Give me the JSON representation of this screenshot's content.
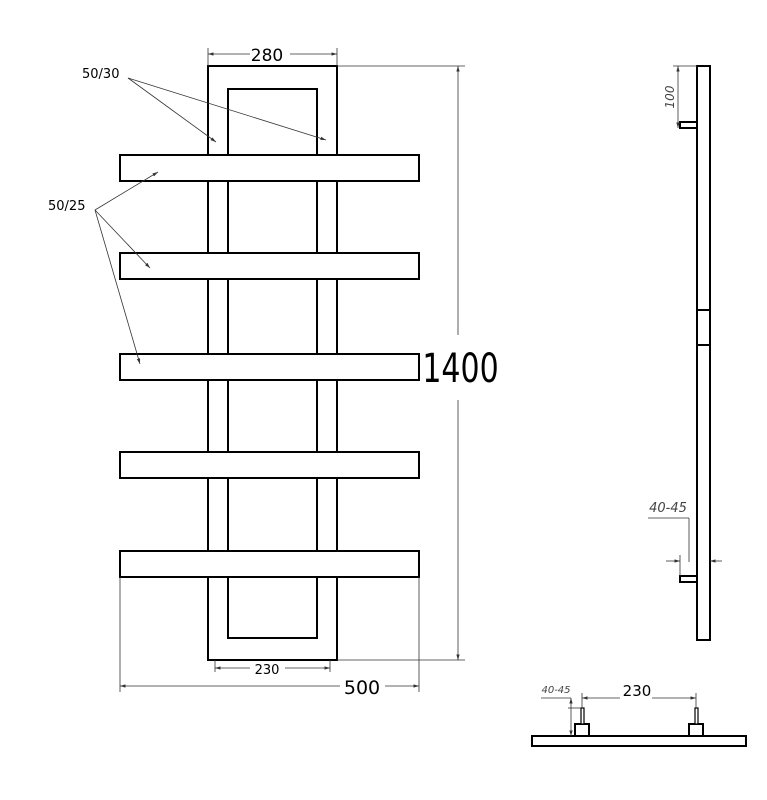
{
  "drawing": {
    "front_view": {
      "width_top": "280",
      "height_total": "1400",
      "width_total": "500",
      "pipe_spacing": "230",
      "label_frame_profile": "50/30",
      "label_bar_profile": "50/25",
      "bar_count": 5
    },
    "side_view": {
      "bracket_offset": "100",
      "wall_distance": "40-45"
    },
    "bottom_view": {
      "wall_distance": "40-45",
      "pipe_spacing": "230"
    },
    "line_color": "#000000"
  }
}
